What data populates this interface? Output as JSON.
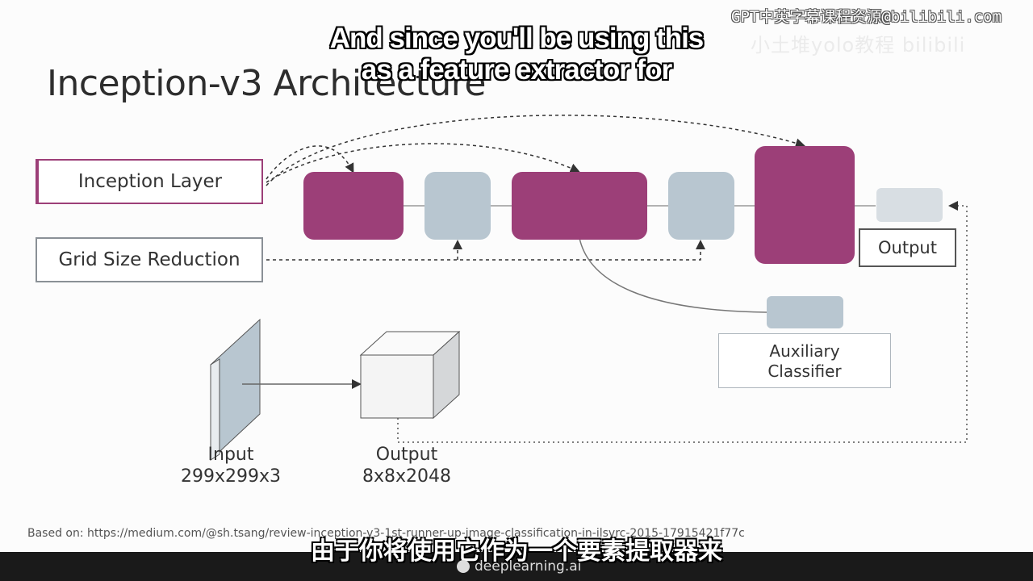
{
  "slide": {
    "title": "Inception-v3 Architecture",
    "legend": {
      "inception_layer": "Inception Layer",
      "grid_size_reduction": "Grid Size Reduction"
    },
    "output_label": "Output",
    "auxiliary_classifier": [
      "Auxiliary",
      "Classifier"
    ],
    "input": {
      "label": "Input",
      "size": "299x299x3"
    },
    "output_feature": {
      "label": "Output",
      "size": "8x8x2048"
    },
    "source": "Based on: https://medium.com/@sh.tsang/review-inception-v3-1st-runner-up-image-classification-in-ilsvrc-2015-17915421f77c",
    "colors": {
      "inception": "#9c3f78",
      "reduction": "#b8c6d0"
    }
  },
  "subtitles": {
    "english_line1": "And since you'll be using this",
    "english_line2": "as a feature extractor for",
    "chinese": "由于你将使用它作为一个要素提取器来"
  },
  "watermark": {
    "line1": "GPT中英字幕课程资源@bilibili.com",
    "line2": "小土堆yolo教程 bilibili"
  },
  "brand": "deeplearning.ai"
}
